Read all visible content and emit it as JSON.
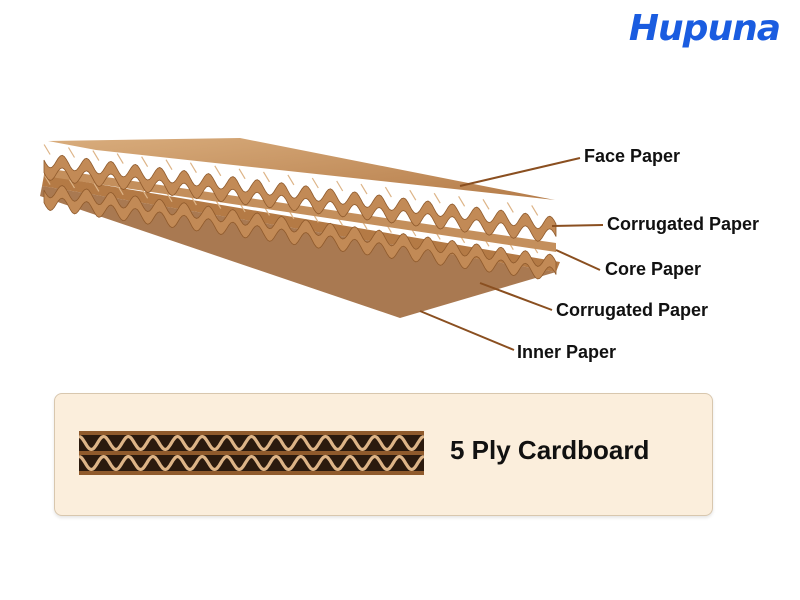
{
  "brand": {
    "name": "Hupuna",
    "color": "#1a5ce0"
  },
  "layers": [
    {
      "label": "Face Paper"
    },
    {
      "label": "Corrugated Paper"
    },
    {
      "label": "Core Paper"
    },
    {
      "label": "Corrugated Paper"
    },
    {
      "label": "Inner Paper"
    }
  ],
  "panel": {
    "title": "5 Ply Cardboard",
    "background": "#fbeedc"
  },
  "colors": {
    "kraft": "#c28a56",
    "kraft_dark": "#8f5a2c",
    "kraft_light": "#ddb487",
    "leader": "#8a4f20"
  }
}
